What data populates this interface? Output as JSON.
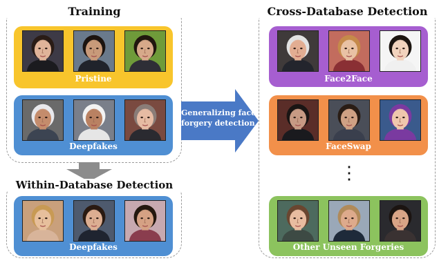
{
  "training": {
    "title": "Training",
    "pristine_label": "Pristine",
    "deepfakes_label": "Deepfakes"
  },
  "within": {
    "title": "Within-Database Detection",
    "deepfakes_label": "Deepfakes"
  },
  "cross": {
    "title": "Cross-Database Detection",
    "face2face_label": "Face2Face",
    "faceswap_label": "FaceSwap",
    "ellipsis": "⋮",
    "unseen_label": "Other Unseen Forgeries"
  },
  "arrow": {
    "line1": "Generalizing face",
    "line2": "forgery detection"
  },
  "colors": {
    "pristine": "#f8c52c",
    "deepfakes": "#4f8fd3",
    "face2face": "#a65ed0",
    "faceswap": "#f2904a",
    "unseen": "#8cc35e",
    "arrow_blue": "#4a79c6",
    "arrow_gray": "#8c8c8c"
  },
  "faces": [
    {
      "id": "pristine-1",
      "skin": "#e0b49a",
      "hair": "#2a1c16",
      "bg": "#3d3a46",
      "shirt": "#1b1b1f"
    },
    {
      "id": "pristine-2",
      "skin": "#c89a7a",
      "hair": "#1c1410",
      "bg": "#6a7a8c",
      "shirt": "#20232b"
    },
    {
      "id": "pristine-3",
      "skin": "#d6a98a",
      "hair": "#21170f",
      "bg": "#6f9b3a",
      "shirt": "#2e2e36"
    },
    {
      "id": "deepfakes-1",
      "skin": "#c48c6c",
      "hair": "#e8e8ec",
      "bg": "#6a6a6a",
      "shirt": "#3c4452"
    },
    {
      "id": "deepfakes-2",
      "skin": "#b98162",
      "hair": "#f2f2f2",
      "bg": "#7a7f8a",
      "shirt": "#e6e6e6"
    },
    {
      "id": "deepfakes-3",
      "skin": "#e6bba3",
      "hair": "#8a7d78",
      "bg": "#7a4a40",
      "shirt": "#2a2a30"
    },
    {
      "id": "within-1",
      "skin": "#e7bf9c",
      "hair": "#c89a54",
      "bg": "#c9a07c",
      "shirt": "#d8b49a"
    },
    {
      "id": "within-2",
      "skin": "#dcae92",
      "hair": "#2a1a12",
      "bg": "#4e5a6e",
      "shirt": "#1f2430"
    },
    {
      "id": "within-3",
      "skin": "#d5a184",
      "hair": "#24180f",
      "bg": "#c7a9b0",
      "shirt": "#8a3d4e"
    },
    {
      "id": "f2f-1",
      "skin": "#e2ad92",
      "hair": "#e2e2e2",
      "bg": "#3f3a3a",
      "shirt": "#23252d"
    },
    {
      "id": "f2f-2",
      "skin": "#e9c2a4",
      "hair": "#c58a4a",
      "bg": "#c26c5e",
      "shirt": "#8a2f34"
    },
    {
      "id": "f2f-3",
      "skin": "#f2d3bd",
      "hair": "#1c1510",
      "bg": "#f5f5f5",
      "shirt": "#f0f0f0"
    },
    {
      "id": "fs-1",
      "skin": "#c79a84",
      "hair": "#1a1514",
      "bg": "#5a2d28",
      "shirt": "#1a1a1e"
    },
    {
      "id": "fs-2",
      "skin": "#cfa184",
      "hair": "#2a1d15",
      "bg": "#4a4e58",
      "shirt": "#3a3f4d"
    },
    {
      "id": "fs-3",
      "skin": "#efc7ad",
      "hair": "#7a3aa0",
      "bg": "#3a5a8c",
      "shirt": "#7a3aa0"
    },
    {
      "id": "unseen-1",
      "skin": "#e8bca0",
      "hair": "#6a4630",
      "bg": "#4d6a5e",
      "shirt": "#3d4a44"
    },
    {
      "id": "unseen-2",
      "skin": "#ddaa8c",
      "hair": "#b08a5a",
      "bg": "#9aa8b8",
      "shirt": "#1e2a3a"
    },
    {
      "id": "unseen-3",
      "skin": "#d8a486",
      "hair": "#1b1411",
      "bg": "#2a2a2e",
      "shirt": "#3a3232"
    }
  ]
}
